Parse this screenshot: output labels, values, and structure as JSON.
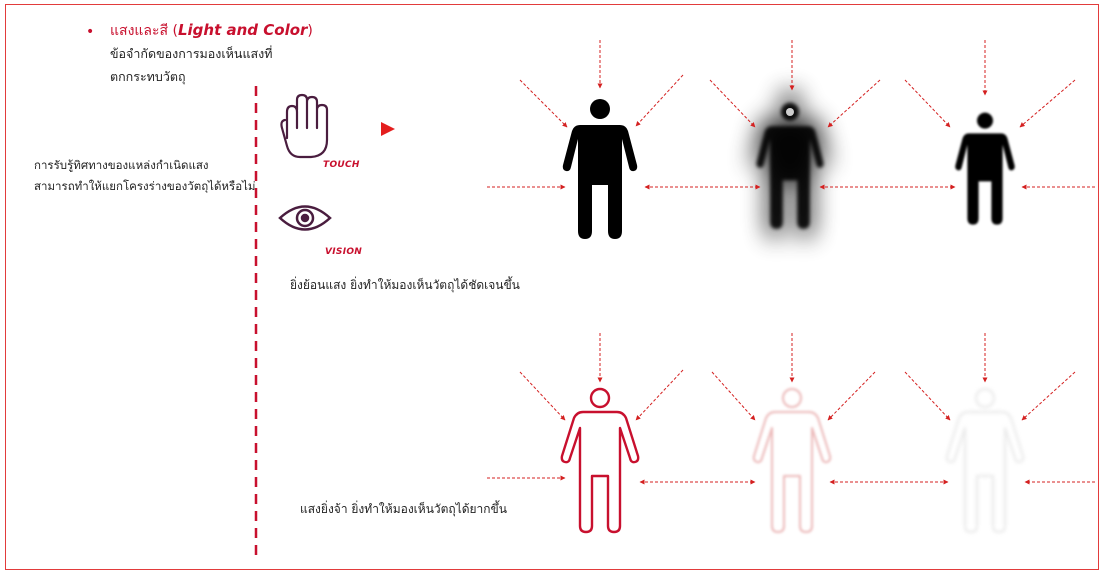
{
  "heading": {
    "bullet": "•",
    "thai": "แสงและสี (",
    "english": "Light and Color",
    "close": ")"
  },
  "subtitle_lines": [
    "ข้อจำกัดของการมองเห็นแสงที่",
    "ตกกระทบวัตถุ"
  ],
  "left_note_lines": [
    "การรับรู้ทิศทางของแหล่งกำเนิดแสง",
    "สามารถทำให้แยกโครงร่างของวัตถุได้หรือไม่"
  ],
  "senses": [
    {
      "label": "TOUCH",
      "icon": "hand-icon"
    },
    {
      "label": "VISION",
      "icon": "eye-icon"
    }
  ],
  "captions": {
    "backlight": "ยิ่งย้อนแสง ยิ่งทำให้มองเห็นวัตถุได้ชัดเจนขึ้น",
    "bright": "แสงยิ่งจ้า ยิ่งทำให้มองเห็นวัตถุได้ยากขึ้น"
  },
  "colors": {
    "accent": "#c8102e",
    "arrow": "#d42020",
    "figure_dark": "#000000",
    "icon": "#4a1d3f"
  },
  "figure_rows": [
    {
      "style": "solid",
      "variants": [
        "sharp",
        "heavy-blur-halo",
        "light-blur"
      ]
    },
    {
      "style": "outline",
      "variants": [
        "strong",
        "faded",
        "very-faded"
      ]
    }
  ]
}
